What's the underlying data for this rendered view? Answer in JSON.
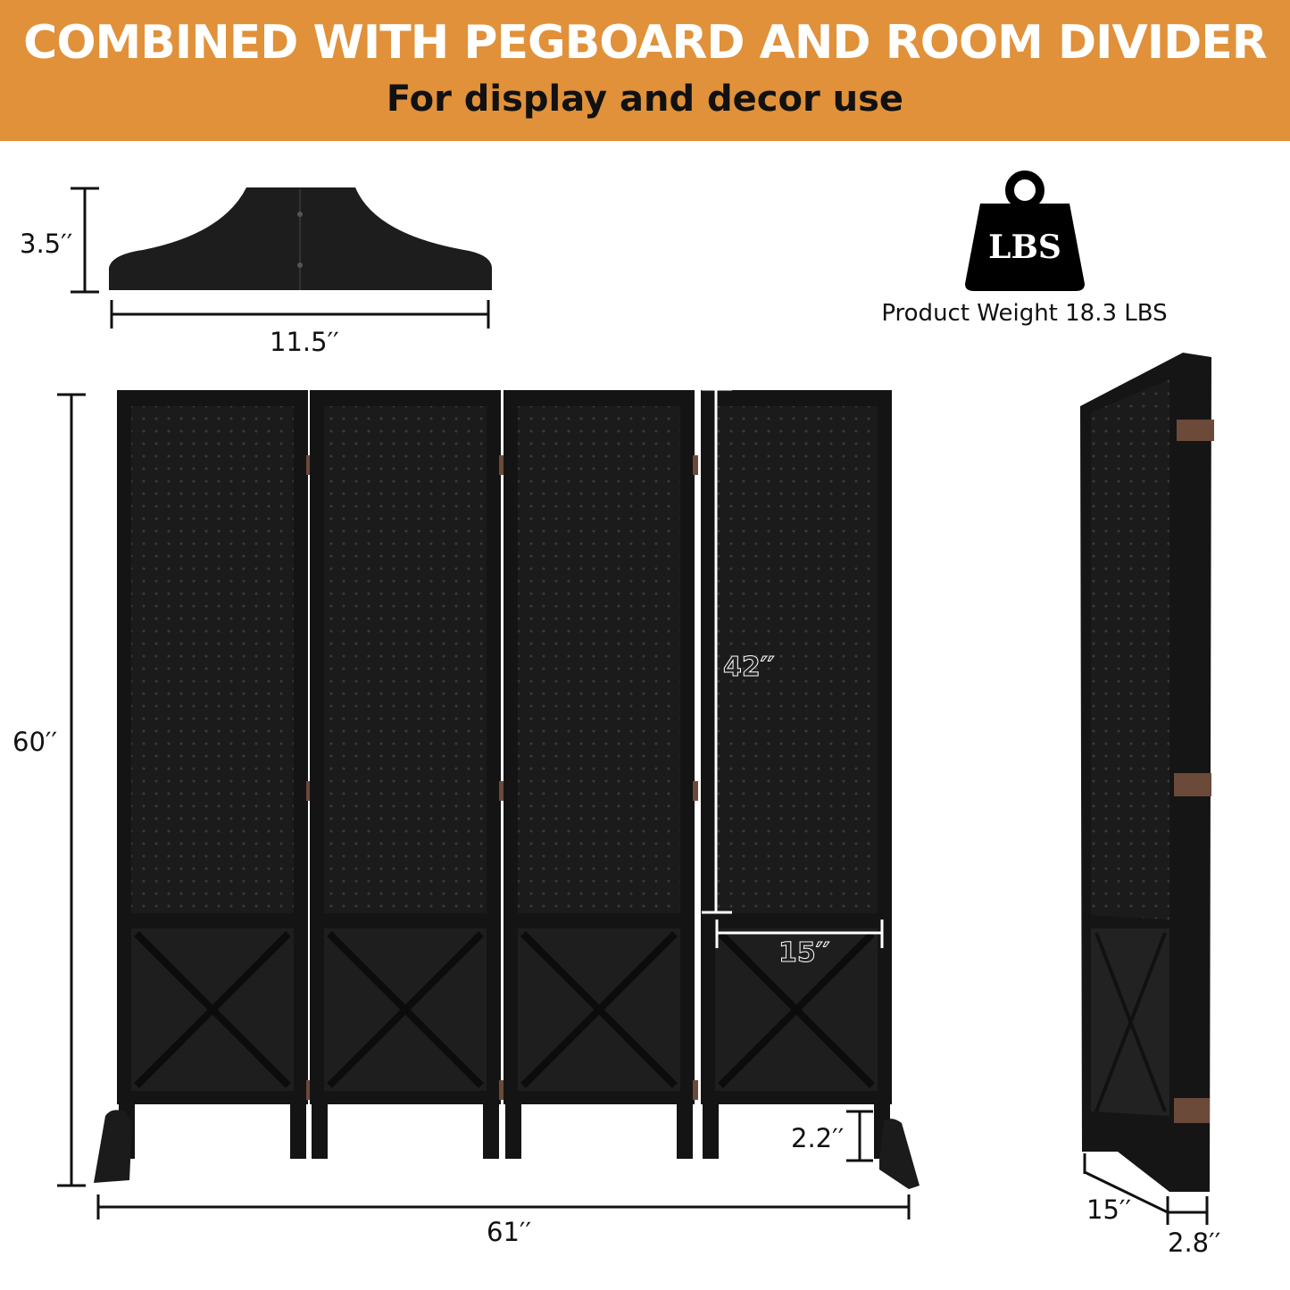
{
  "header": {
    "title": "COMBINED WITH PEGBOARD AND ROOM DIVIDER",
    "subtitle": "For display and decor use",
    "background_color": "#E0913A"
  },
  "foot": {
    "height": "3.5′′",
    "width": "11.5′′"
  },
  "weight": {
    "icon": "weight-icon",
    "icon_text": "LBS",
    "label": "Product Weight 18.3 LBS"
  },
  "divider": {
    "panel_count": 4,
    "total_height": "60′′",
    "total_width": "61′′",
    "pegboard_height": "42′′",
    "panel_width": "15′′",
    "leg_height": "2.2′′"
  },
  "side_view": {
    "depth": "15′′",
    "thickness": "2.8′′"
  }
}
